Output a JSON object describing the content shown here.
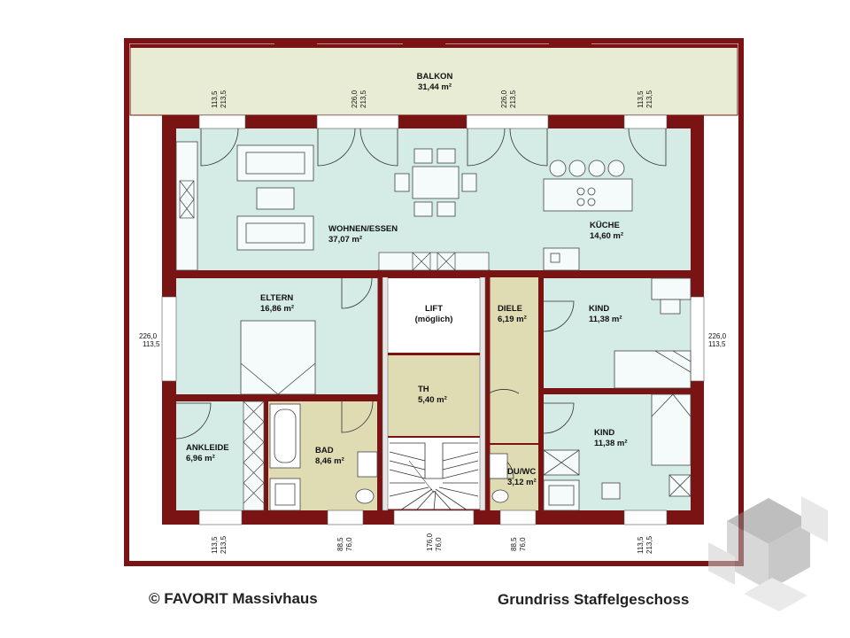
{
  "rooms": {
    "balkon": {
      "name": "BALKON",
      "area": "31,44 m²"
    },
    "wohnen": {
      "name": "WOHNEN/ESSEN",
      "area": "37,07 m²"
    },
    "kueche": {
      "name": "KÜCHE",
      "area": "14,60 m²"
    },
    "eltern": {
      "name": "ELTERN",
      "area": "16,86 m²"
    },
    "lift": {
      "name": "LIFT",
      "area": "(möglich)"
    },
    "diele": {
      "name": "DIELE",
      "area": "6,19 m²"
    },
    "kind1": {
      "name": "KIND",
      "area": "11,38 m²"
    },
    "kind2": {
      "name": "KIND",
      "area": "11,38 m²"
    },
    "th": {
      "name": "TH",
      "area": "5,40 m²"
    },
    "ankleide": {
      "name": "ANKLEIDE",
      "area": "6,96 m²"
    },
    "bad": {
      "name": "BAD",
      "area": "8,46 m²"
    },
    "duwc": {
      "name": "DU/WC",
      "area": "3,12 m²"
    }
  },
  "dimensions": {
    "top_1": [
      "113,5",
      "213,5"
    ],
    "top_2": [
      "226,0",
      "213,5"
    ],
    "top_3": [
      "226,0",
      "213,5"
    ],
    "top_4": [
      "113,5",
      "213,5"
    ],
    "left": [
      "226,0",
      "113,5"
    ],
    "right": [
      "226,0",
      "113,5"
    ],
    "bottom_1": [
      "113,5",
      "213,5"
    ],
    "bottom_2": [
      "88,5",
      "76,0"
    ],
    "bottom_3": [
      "176,0",
      "76,0"
    ],
    "bottom_4": [
      "88,5",
      "76,0"
    ],
    "bottom_5": [
      "113,5",
      "213,5"
    ]
  },
  "footer": {
    "copyright": "© FAVORIT Massivhaus",
    "title": "Grundriss Staffelgeschoss"
  },
  "colors": {
    "wall": "#7a1414",
    "room_blue": "#d4ebe6",
    "room_beige": "#dfdcb4",
    "balcony": "#e8ecd4",
    "door_line": "#333333",
    "logo_grey": "#888888"
  }
}
